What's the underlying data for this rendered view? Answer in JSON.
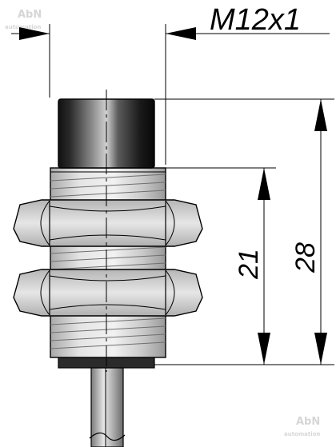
{
  "watermark": {
    "logo_text": "AbN",
    "logo_subtext": "automation"
  },
  "dimensions": {
    "thread": "M12x1",
    "thread_length": "21",
    "total_length": "28"
  },
  "colors": {
    "cap": "#1e1e1e",
    "metal": "#cfcfcf",
    "thread_lines": "#6f6f6f",
    "outline": "#000000",
    "watermark": "#d6d6d6"
  }
}
